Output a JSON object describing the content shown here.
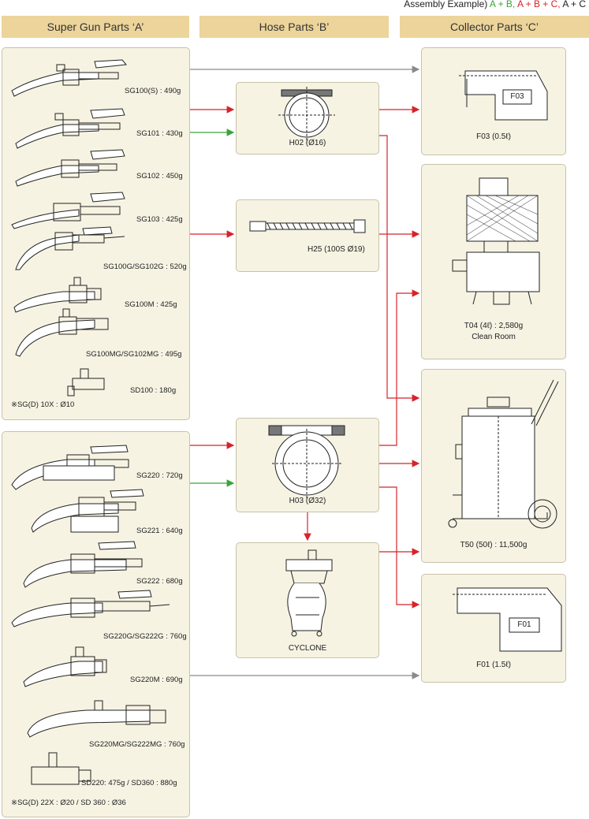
{
  "legend": {
    "prefix": "Assembly Example)",
    "ab": "A + B,",
    "abc": "A + B + C,",
    "ac": "A + C"
  },
  "headers": {
    "a": "Super Gun Parts ‘A’",
    "b": "Hose Parts ‘B’",
    "c": "Collector Parts ‘C’"
  },
  "guns_top": [
    {
      "label": "SG100(S) : 490g"
    },
    {
      "label": "SG101 : 430g"
    },
    {
      "label": "SG102 : 450g"
    },
    {
      "label": "SG103 : 425g"
    },
    {
      "label": "SG100G/SG102G : 520g"
    },
    {
      "label": "SG100M : 425g"
    },
    {
      "label": "SG100MG/SG102MG : 495g"
    },
    {
      "label": "SD100 : 180g"
    }
  ],
  "note_top": "※SG(D) 10X : Ø10",
  "guns_bottom": [
    {
      "label": "SG220 : 720g"
    },
    {
      "label": "SG221 : 640g"
    },
    {
      "label": "SG222 : 680g"
    },
    {
      "label": "SG220G/SG222G : 760g"
    },
    {
      "label": "SG220M : 690g"
    },
    {
      "label": "SG220MG/SG222MG : 760g"
    },
    {
      "label": "SD220: 475g / SD360 : 880g"
    }
  ],
  "note_bottom": "※SG(D) 22X : Ø20 / SD 360 : Ø36",
  "hoses": {
    "h02": "H02 (Ø16)",
    "h25": "H25 (100S Ø19)",
    "h03": "H03 (Ø32)",
    "cyclone": "CYCLONE"
  },
  "collectors": {
    "f03": "F03 (0.5ℓ)",
    "f03_tag": "F03",
    "t04": "T04 (4ℓ) : 2,580g",
    "t04_sub": "Clean Room",
    "t50": "T50 (50ℓ) : 11,500g",
    "f01": "F01 (1.5ℓ)",
    "f01_tag": "F01"
  },
  "colors": {
    "red": "#d8232a",
    "green": "#3aa43a",
    "gray": "#8a8a8a",
    "panel": "#f6f3e3",
    "header": "#ecd49a"
  }
}
